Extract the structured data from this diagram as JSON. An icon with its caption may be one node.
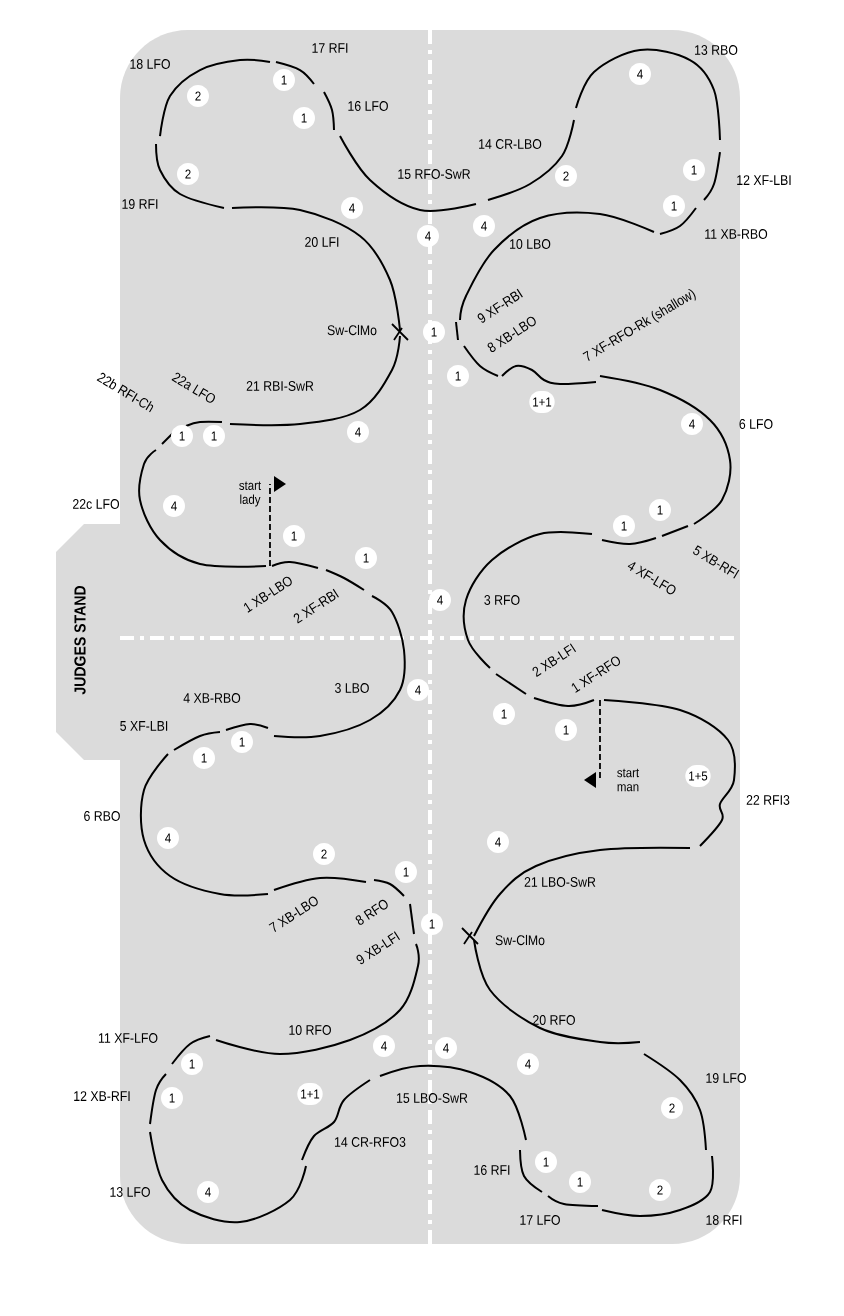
{
  "diagram": {
    "nodes": [
      {
        "text": [
          "1"
        ]
      },
      {
        "text": [
          "2"
        ]
      },
      {
        "text": [
          "1"
        ]
      },
      {
        "text": [
          "4"
        ]
      },
      {
        "text": [
          "1"
        ]
      },
      {
        "text": [
          "2"
        ]
      },
      {
        "text": [
          "2"
        ]
      },
      {
        "text": [
          "1"
        ]
      },
      {
        "text": [
          "4"
        ]
      },
      {
        "text": [
          "4"
        ]
      },
      {
        "text": [
          "4"
        ]
      },
      {
        "text": [
          "1"
        ]
      },
      {
        "text": [
          "1"
        ]
      },
      {
        "text": [
          "1+1"
        ]
      },
      {
        "text": [
          "4"
        ]
      },
      {
        "text": [
          "1"
        ]
      },
      {
        "text": [
          "1"
        ]
      },
      {
        "text": [
          "4"
        ]
      },
      {
        "text": [
          "4"
        ]
      },
      {
        "text": [
          "1"
        ]
      },
      {
        "text": [
          "1"
        ]
      },
      {
        "text": [
          "1"
        ]
      },
      {
        "text": [
          "1"
        ]
      },
      {
        "text": [
          "4"
        ]
      },
      {
        "text": [
          "4"
        ]
      },
      {
        "text": [
          "1"
        ]
      },
      {
        "text": [
          "1"
        ]
      },
      {
        "text": [
          "1"
        ]
      },
      {
        "text": [
          "1"
        ]
      },
      {
        "text": [
          "1+5"
        ]
      },
      {
        "text": [
          "4"
        ]
      },
      {
        "text": [
          "4"
        ]
      },
      {
        "text": [
          "2"
        ]
      },
      {
        "text": [
          "1"
        ]
      },
      {
        "text": [
          "1"
        ]
      },
      {
        "text": [
          "4"
        ]
      },
      {
        "text": [
          "4"
        ]
      },
      {
        "text": [
          "4"
        ]
      },
      {
        "text": [
          "1"
        ]
      },
      {
        "text": [
          "1"
        ]
      },
      {
        "text": [
          "1+1"
        ]
      },
      {
        "text": [
          "2"
        ]
      },
      {
        "text": [
          "1"
        ]
      },
      {
        "text": [
          "1"
        ]
      },
      {
        "text": [
          "4"
        ]
      },
      {
        "text": [
          "2"
        ]
      }
    ],
    "labels": [
      "18 LFO",
      "17 RFI",
      "13 RBO",
      "16 LFO",
      "15 RFO-SwR",
      "14 CR-LBO",
      "12 XF-LBI",
      "19 RFI",
      "11 XB-RBO",
      "20 LFI",
      "10 LBO",
      "9 XF-RBI",
      "7 XF-RFO-Rk (shallow)",
      "8 XB-LBO",
      "Sw-ClMo",
      "21 RBI-SwR",
      "22b RFI-Ch",
      "22a LFO",
      "6 LFO",
      "22c LFO",
      "start lady",
      "5 XB-RFI",
      "4 XF-LFO",
      "1 XB-LBO",
      "2 XF-RBI",
      "3 RFO",
      "JUDGES STAND",
      "2 XB-LFI",
      "1 XF-RFO",
      "4 XB-RBO",
      "3 LBO",
      "5 XF-LBI",
      "start man",
      "22 RFI3",
      "6 RBO",
      "21 LBO-SwR",
      "7 XB-LBO",
      "8 RFO",
      "9 XB-LFI",
      "Sw-ClMo",
      "20 RFO",
      "10 RFO",
      "11 XF-LFO",
      "19 LFO",
      "12 XB-RFI",
      "15 LBO-SwR",
      "14 CR-RFO3",
      "16 RFI",
      "13 LFO",
      "17 LFO",
      "18 RFI"
    ]
  }
}
